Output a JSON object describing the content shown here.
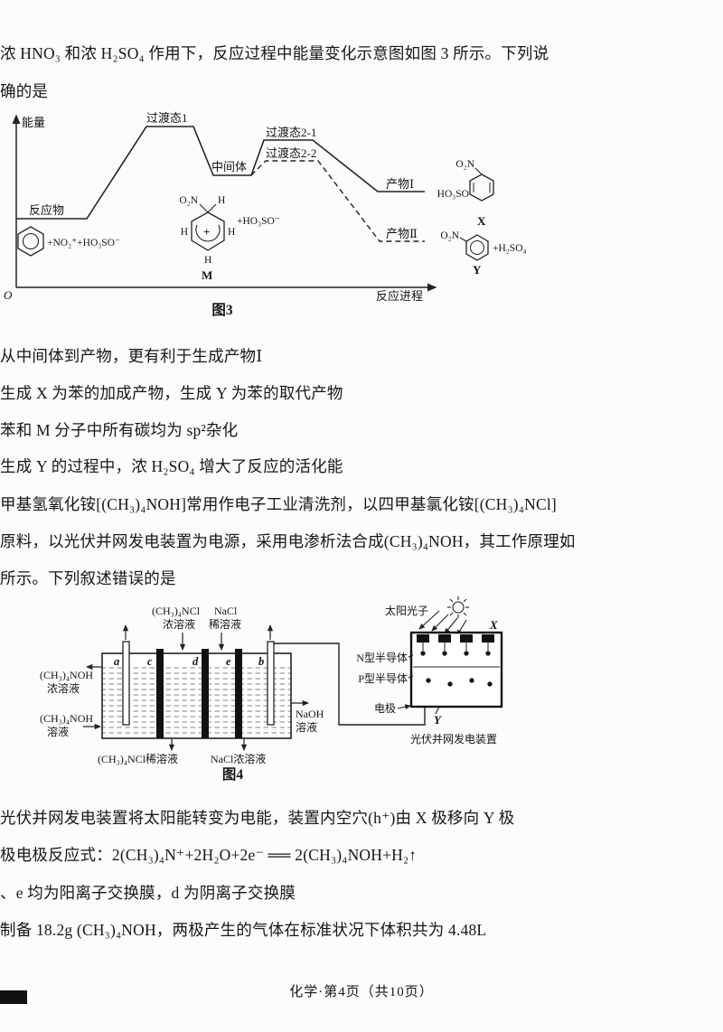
{
  "page": {
    "footer": "化学·第4页（共10页）"
  },
  "q7": {
    "stem1": "浓 HNO₃ 和浓 H₂SO₄ 作用下，反应过程中能量变化示意图如图 3 所示。下列说",
    "stem2": "确的是",
    "options": [
      "从中间体到产物，更有利于生成产物Ⅰ",
      "生成 X 为苯的加成产物，生成 Y 为苯的取代产物",
      "苯和 M 分子中所有碳均为 sp²杂化",
      "生成 Y 的过程中，浓 H₂SO₄ 增大了反应的活化能"
    ]
  },
  "fig3": {
    "caption": "图3",
    "energy": "能量",
    "progress": "反应进程",
    "origin": "O",
    "reactant": "反应物",
    "ts1": "过渡态1",
    "intermediate": "中间体",
    "ts21": "过渡态2-1",
    "ts22": "过渡态2-2",
    "product1": "产物Ⅰ",
    "product2": "产物Ⅱ",
    "reactant_formula": "+NO₂⁺+HO₃SO⁻",
    "inter_no2": "O₂N",
    "inter_h1": "H",
    "inter_h2": "H",
    "inter_h3": "H",
    "inter_h4": "H",
    "inter_plus": "+",
    "inter_counter": "+HO₃SO⁻",
    "m": "M",
    "x_no2": "O₂N",
    "x_oso3h": "HO₃SO",
    "x": "X",
    "y_no2": "O₂N",
    "y_h2so4": "+H₂SO₄",
    "y": "Y"
  },
  "q8": {
    "stem1": "甲基氢氧化铵[(CH₃)₄NOH]常用作电子工业清洗剂，以四甲基氯化铵[(CH₃)₄NCl]",
    "stem2": "原料，以光伏并网发电装置为电源，采用电渗析法合成(CH₃)₄NOH，其工作原理如",
    "stem3": "所示。下列叙述错误的是",
    "options": [
      "光伏并网发电装置将太阳能转变为电能，装置内空穴(h⁺)由 X 极移向 Y 极",
      "极电极反应式：2(CH₃)₄N⁺+2H₂O+2e⁻ ══ 2(CH₃)₄NOH+H₂↑",
      "、e 均为阳离子交换膜，d 为阴离子交换膜",
      "制备 18.2g (CH₃)₄NOH，两极产生的气体在标准状况下体积共为 4.48L"
    ]
  },
  "fig4": {
    "caption": "图4",
    "top1a": "(CH₃)₄NCl",
    "top1b": "浓溶液",
    "top2a": "NaCl",
    "top2b": "稀溶液",
    "left1a": "(CH₃)₄NOH",
    "left1b": "浓溶液",
    "left2a": "(CH₃)₄NOH",
    "left2b": "溶液",
    "right1a": "NaOH",
    "right1b": "溶液",
    "bottom1": "(CH₃)₄NCl稀溶液",
    "bottom2": "NaCl浓溶液",
    "e_a": "a",
    "e_b": "b",
    "e_c": "c",
    "e_d": "d",
    "e_e": "e",
    "solar": "太阳光子",
    "x": "X",
    "y": "Y",
    "n_type": "N型半导体",
    "p_type": "P型半导体",
    "electrode": "电极",
    "pv_caption": "光伏并网发电装置"
  }
}
